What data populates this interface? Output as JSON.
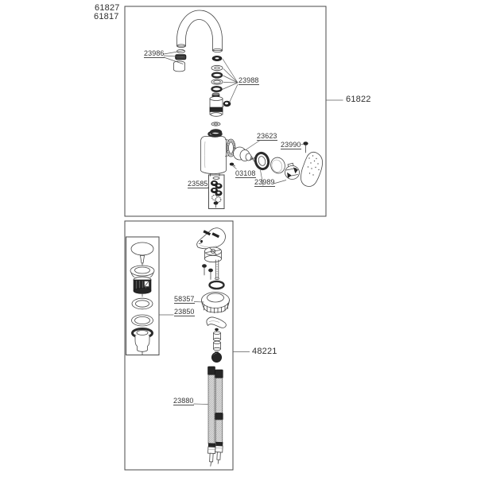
{
  "page": {
    "background": "#ffffff",
    "line_color": "#454545",
    "dark_fill": "#262626",
    "label_color": "#353535"
  },
  "header": {
    "model_numbers": [
      "61827",
      "61817"
    ]
  },
  "upper_diagram": {
    "assembly_ref": "61822",
    "labels": {
      "aerator": "23986",
      "spout_seals": "23988",
      "cartridge": "23623",
      "handle_screw": "23990",
      "set_screw": "03108",
      "escutcheon_cap": "23989",
      "check_valves": "23585"
    }
  },
  "lower_diagram": {
    "assembly_ref": "48221",
    "labels": {
      "mounting_nut": "58357",
      "pop_up_waste": "23850",
      "supply_hose": "23880"
    }
  }
}
